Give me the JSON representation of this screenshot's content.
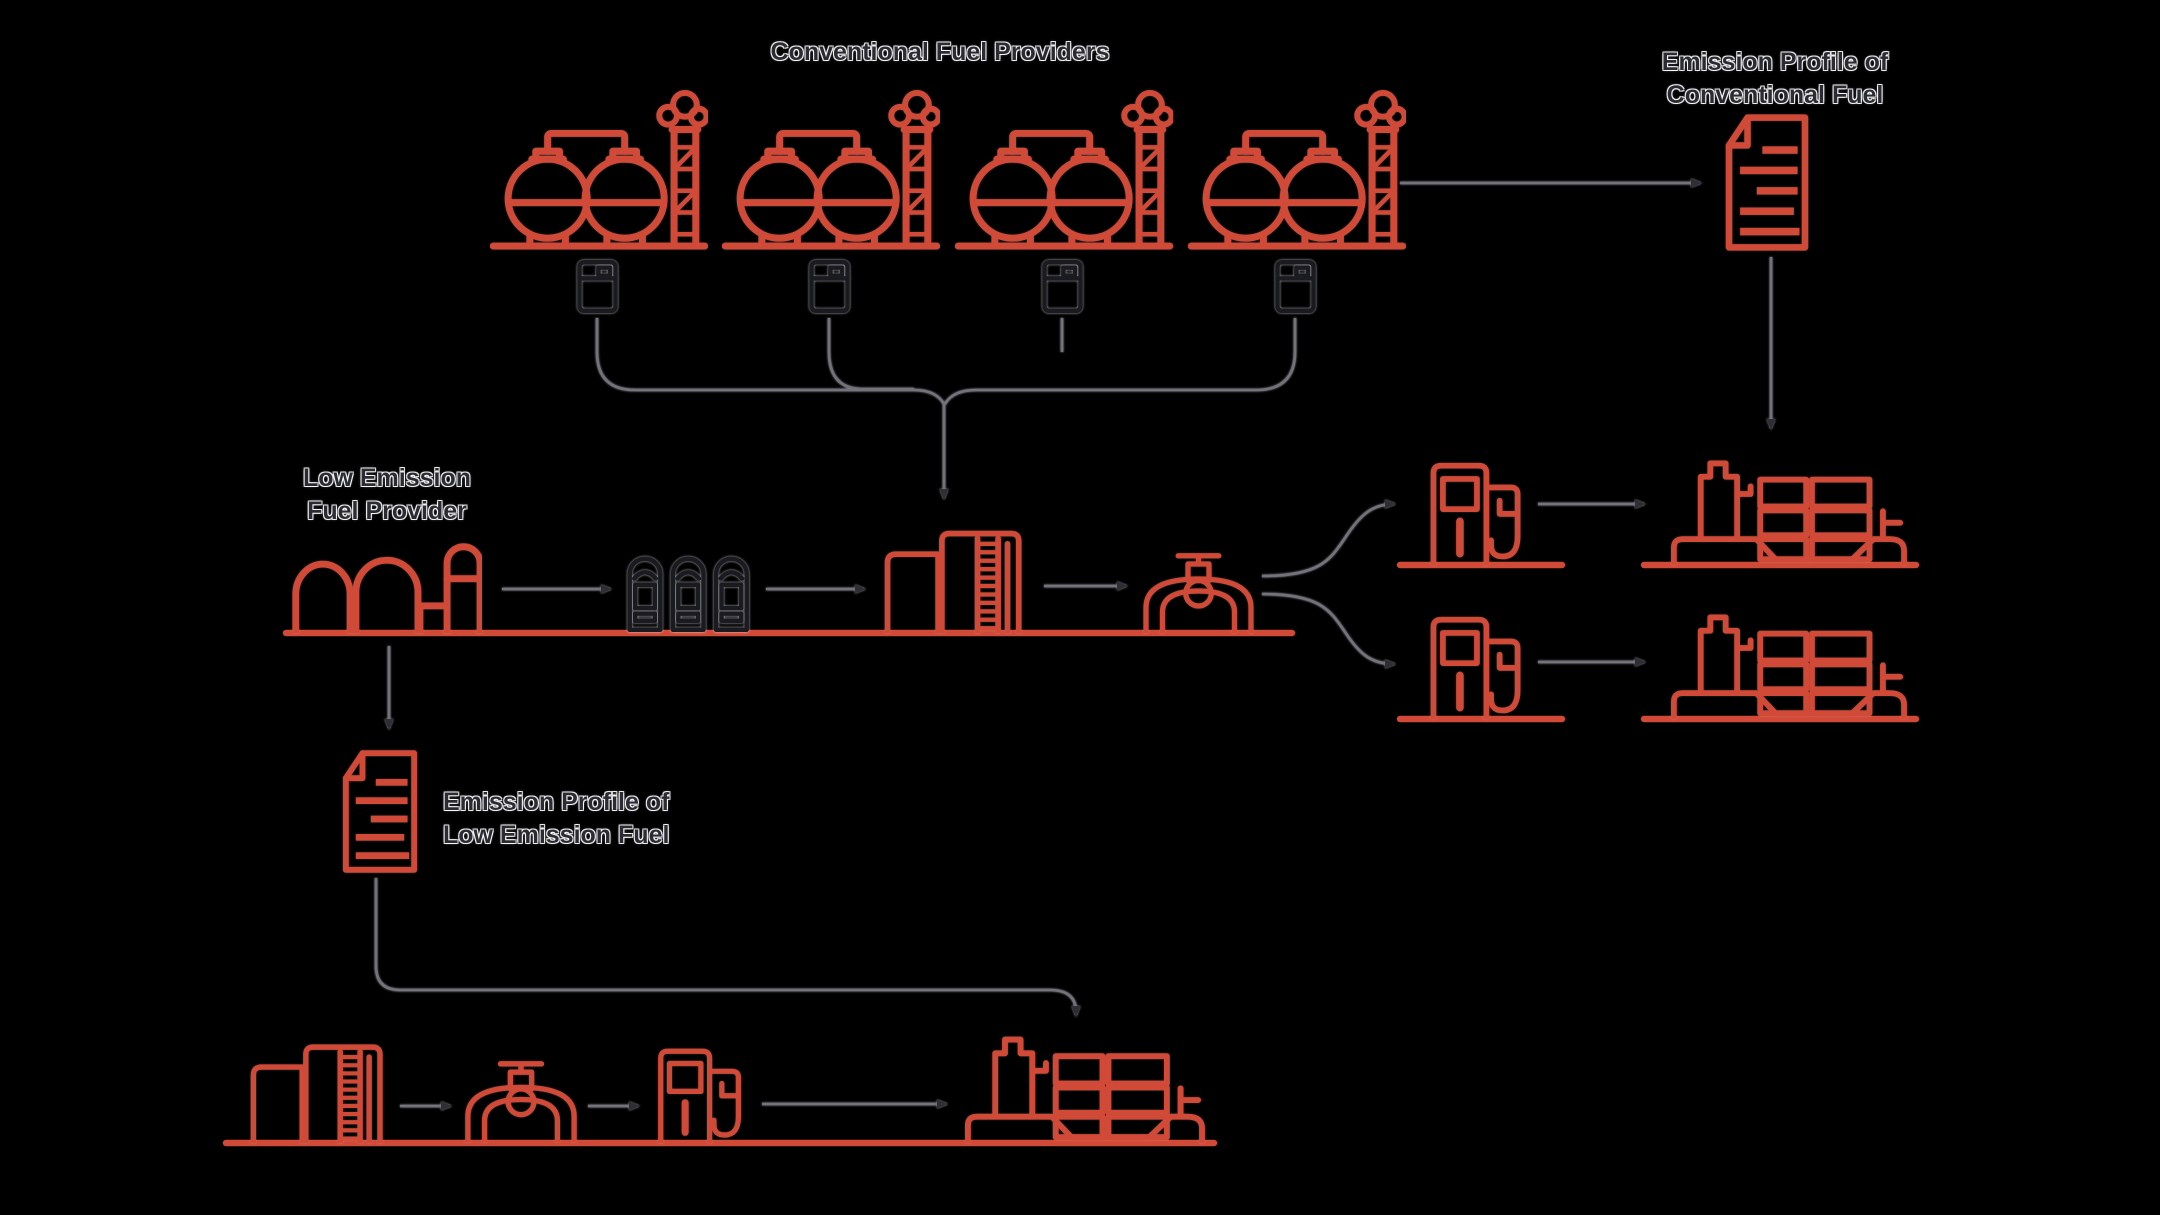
{
  "title": "Fuel supply chain and emission profile flow diagram",
  "colors": {
    "background": "#000000",
    "red": "#d14a38",
    "black_icon": "#1a1a21",
    "connector": "#73737e",
    "arrow": "#2e2e36",
    "text": "#2b2b34"
  },
  "labels": {
    "conventional_fuel_providers": "Conventional Fuel Providers",
    "emission_profile_conventional": {
      "line1": "Emission Profile of",
      "line2": "Conventional Fuel"
    },
    "low_emission_fuel_provider": {
      "line1": "Low Emission",
      "line2": "Fuel Provider"
    },
    "emission_profile_low": {
      "line1": "Emission Profile of",
      "line2": "Low Emission Fuel"
    }
  },
  "icons": {
    "refinery": "oil-refinery-tanks-smokestack-icon",
    "barrel": "oil-barrel-icon",
    "provider": "low-emission-fuel-plant-icon",
    "storage_tanks": "storage-tanks-icon",
    "plant": "processing-plant-icon",
    "valve_tank": "pressurized-tank-valve-icon",
    "pump": "fuel-pump-icon",
    "ship": "container-ship-icon",
    "document": "emission-profile-document-icon"
  },
  "structure": {
    "conventional_provider_count": 4,
    "fuel_barrel_count": 4,
    "distribution_branches": 2,
    "emission_profile_documents": 2,
    "ships": 3,
    "fuel_pumps": 3
  }
}
